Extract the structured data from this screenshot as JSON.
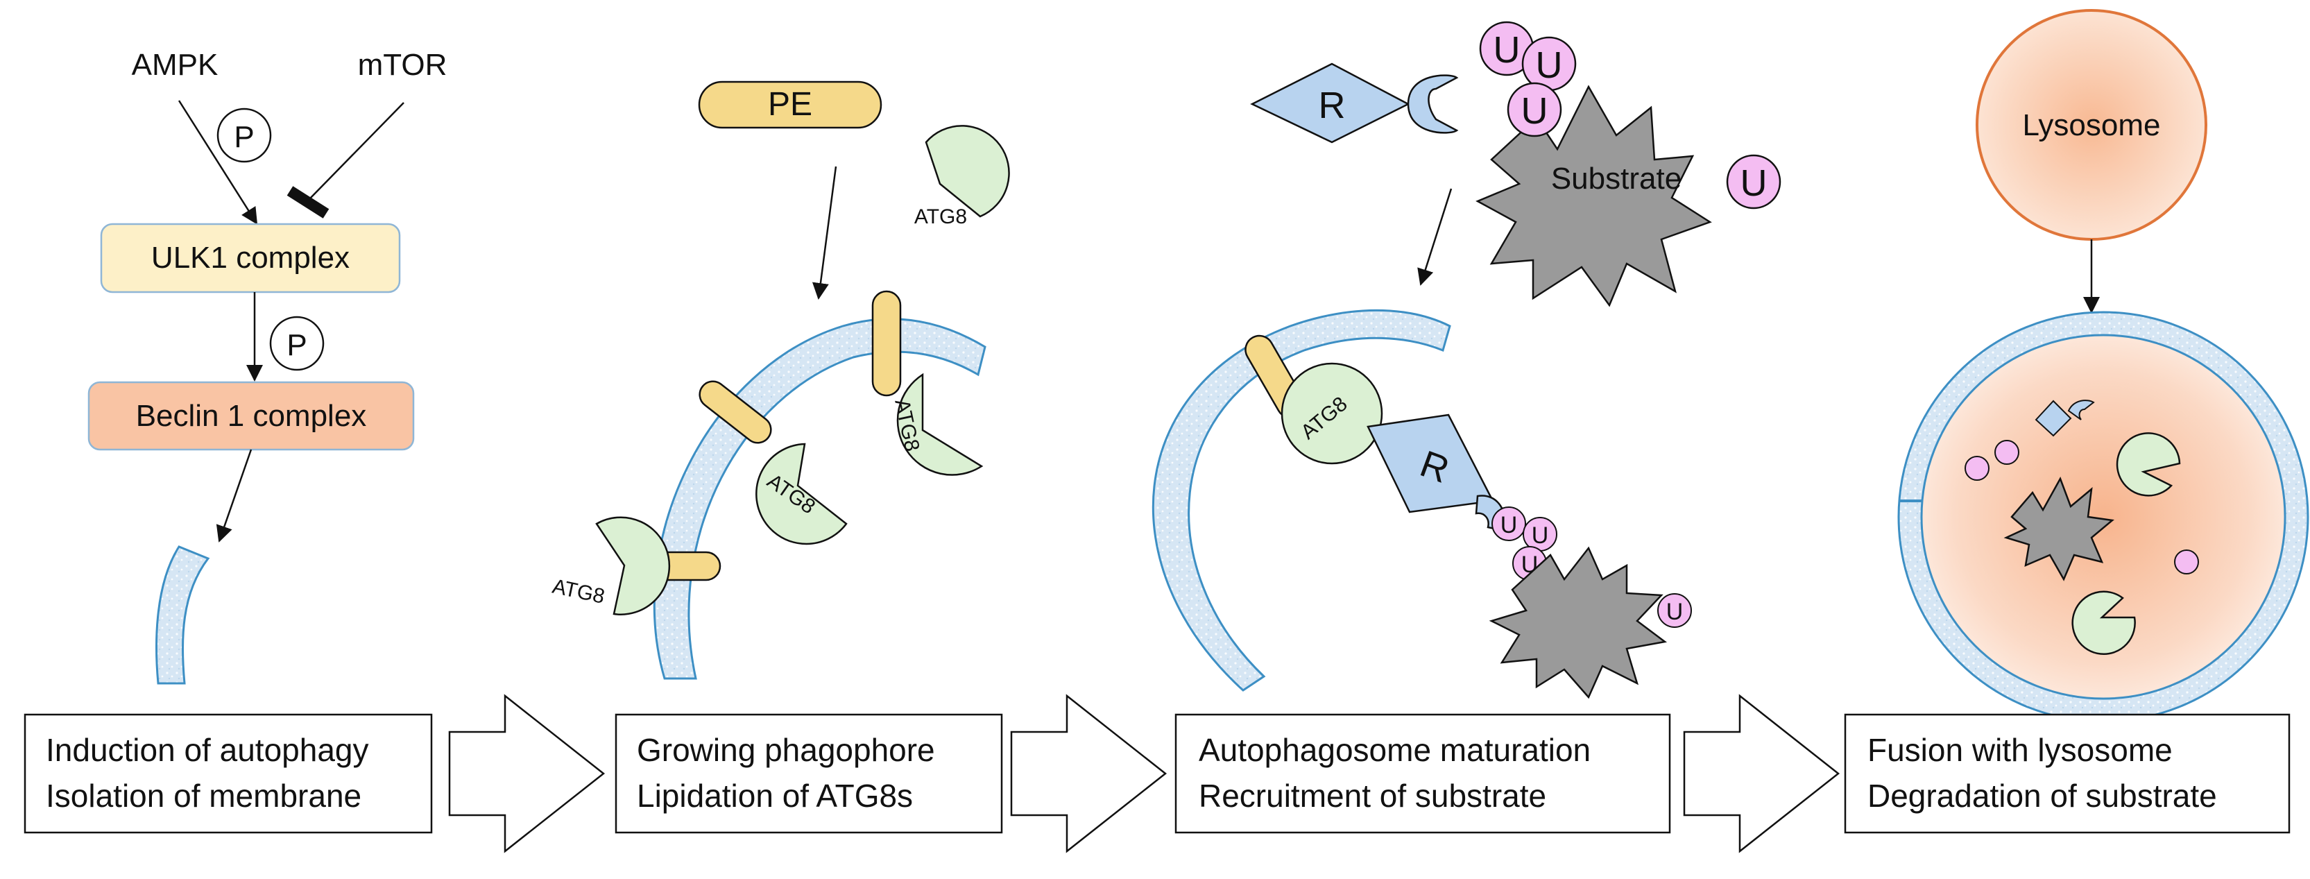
{
  "induction": {
    "ampk": "AMPK",
    "mtor": "mTOR",
    "phospho_1": "P",
    "phospho_2": "P",
    "ulk1": "ULK1 complex",
    "beclin": "Beclin 1 complex"
  },
  "lipidation": {
    "pe": "PE",
    "atg8": "ATG8"
  },
  "recruitment": {
    "receptor": "R",
    "substrate": "Substrate",
    "ubiquitin": "U"
  },
  "fusion": {
    "lysosome": "Lysosome"
  },
  "stages": [
    {
      "line1": "Induction of autophagy",
      "line2": "Isolation of membrane"
    },
    {
      "line1": "Growing phagophore",
      "line2": "Lipidation of ATG8s"
    },
    {
      "line1": "Autophagosome maturation",
      "line2": "Recruitment of substrate"
    },
    {
      "line1": "Fusion with lysosome",
      "line2": "Degradation of substrate"
    }
  ],
  "colors": {
    "membrane": "#d6e6f4",
    "membrane_stroke": "#3d8fc4",
    "ulk1_fill": "#fdf0c8",
    "beclin_fill": "#f9c4a4",
    "pe_fill": "#f5d98a",
    "atg8_fill": "#dbf0d3",
    "receptor_fill": "#b8d3ef",
    "ubiquitin_fill": "#f4bdf2",
    "substrate_fill": "#9a9a9a",
    "lysosome_stroke": "#e0763a"
  }
}
